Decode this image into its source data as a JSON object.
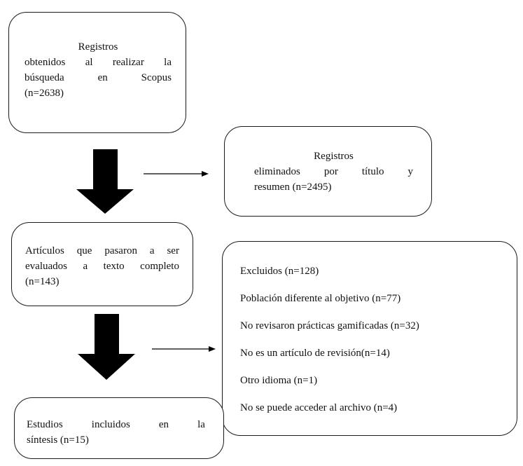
{
  "box_records": {
    "line1": "Registros",
    "line2_words": [
      "obtenidos",
      "al",
      "realizar",
      "la"
    ],
    "line3_words": [
      "búsqueda",
      "en",
      "Scopus"
    ],
    "line4": "(n=2638)"
  },
  "box_removed": {
    "line1": "Registros",
    "line2_words": [
      "eliminados",
      "por",
      "título",
      "y"
    ],
    "line3": "resumen (n=2495)"
  },
  "box_fulltext": {
    "line1_words": [
      "Artículos",
      "que",
      "pasaron",
      "a",
      "ser"
    ],
    "line2_words": [
      "evaluados",
      "a",
      "texto",
      "completo"
    ],
    "line3": "(n=143)"
  },
  "box_excluded": {
    "items": [
      "Excluidos (n=128)",
      "Población diferente al objetivo (n=77)",
      "No revisaron prácticas gamificadas (n=32)",
      "No es un artículo de revisión(n=14)",
      "Otro idioma (n=1)",
      "No se puede acceder al archivo (n=4)"
    ]
  },
  "box_included": {
    "line1_words": [
      "Estudios",
      "incluidos",
      "en",
      "la"
    ],
    "line2": "síntesis (n=15)"
  }
}
